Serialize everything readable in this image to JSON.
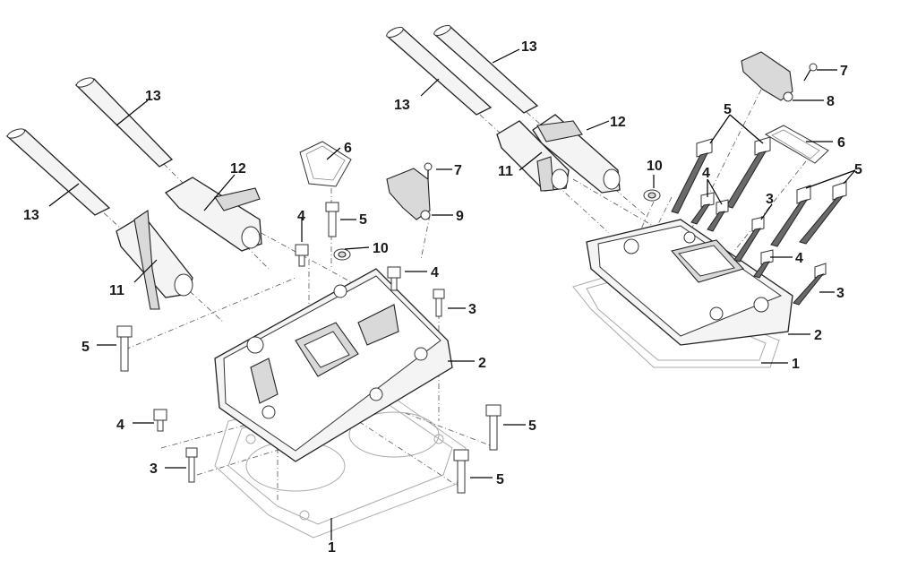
{
  "callouts": [
    {
      "id": "l13a",
      "text": "13"
    },
    {
      "id": "l13b",
      "text": "13"
    },
    {
      "id": "l12a",
      "text": "12"
    },
    {
      "id": "l11a",
      "text": "11"
    },
    {
      "id": "l6a",
      "text": "6"
    },
    {
      "id": "l7a",
      "text": "7"
    },
    {
      "id": "l9",
      "text": "9"
    },
    {
      "id": "l4a",
      "text": "4"
    },
    {
      "id": "l5a",
      "text": "5"
    },
    {
      "id": "l10a",
      "text": "10"
    },
    {
      "id": "l4b",
      "text": "4"
    },
    {
      "id": "l3a",
      "text": "3"
    },
    {
      "id": "l5b",
      "text": "5"
    },
    {
      "id": "l2a",
      "text": "2"
    },
    {
      "id": "l4c",
      "text": "4"
    },
    {
      "id": "l5c",
      "text": "5"
    },
    {
      "id": "l3b",
      "text": "3"
    },
    {
      "id": "l5d",
      "text": "5"
    },
    {
      "id": "l1a",
      "text": "1"
    },
    {
      "id": "l13c",
      "text": "13"
    },
    {
      "id": "l13d",
      "text": "13"
    },
    {
      "id": "l12b",
      "text": "12"
    },
    {
      "id": "l11b",
      "text": "11"
    },
    {
      "id": "l7b",
      "text": "7"
    },
    {
      "id": "l8",
      "text": "8"
    },
    {
      "id": "l5e",
      "text": "5"
    },
    {
      "id": "l6b",
      "text": "6"
    },
    {
      "id": "l10b",
      "text": "10"
    },
    {
      "id": "l4d",
      "text": "4"
    },
    {
      "id": "l5f",
      "text": "5"
    },
    {
      "id": "l3c",
      "text": "3"
    },
    {
      "id": "l4e",
      "text": "4"
    },
    {
      "id": "l3d",
      "text": "3"
    },
    {
      "id": "l2b",
      "text": "2"
    },
    {
      "id": "l1b",
      "text": "1"
    }
  ]
}
